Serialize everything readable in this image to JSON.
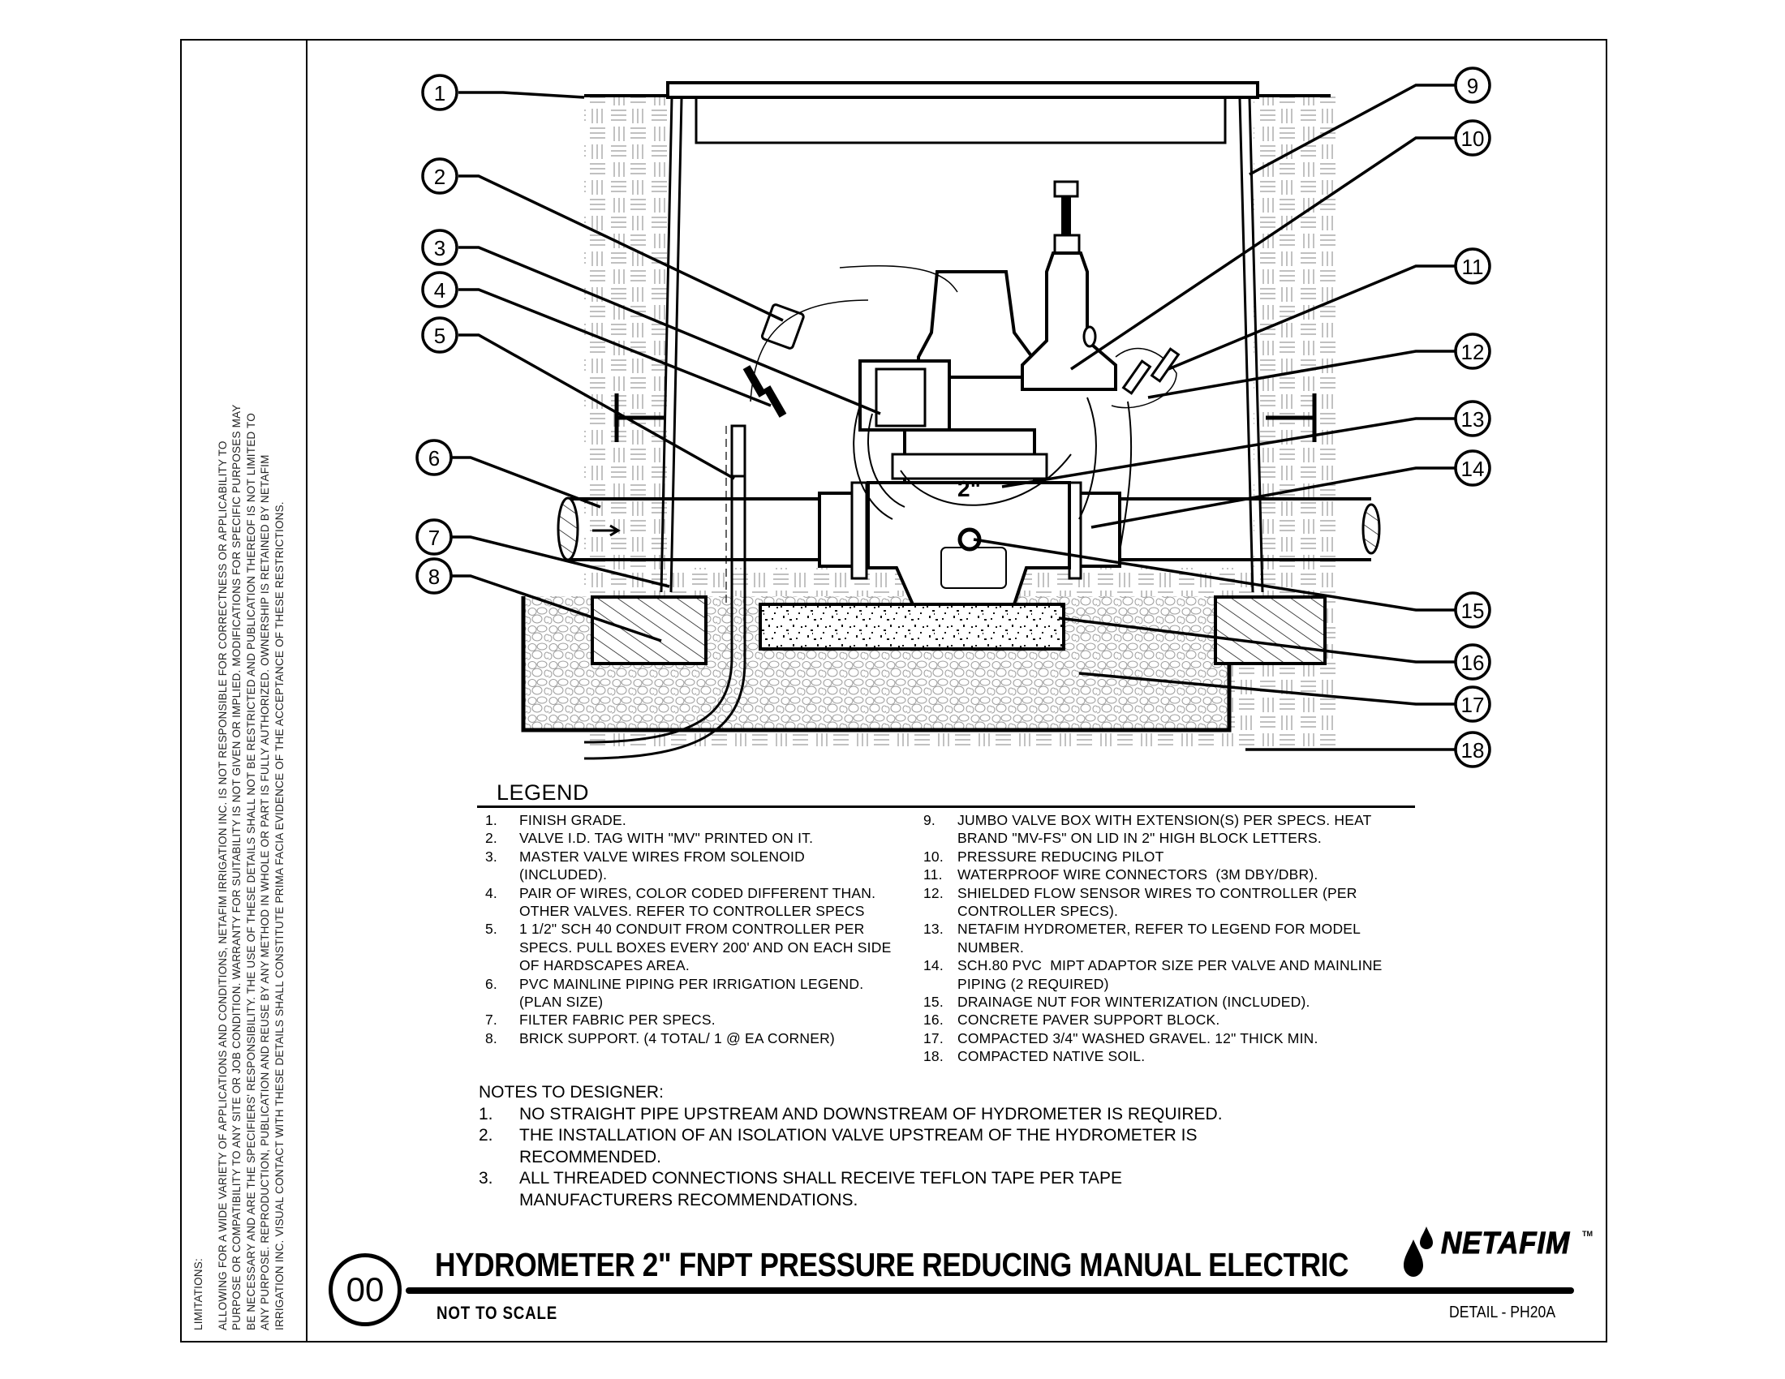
{
  "limitations": {
    "title": "LIMITATIONS:",
    "lines": [
      "ALLOWING FOR A WIDE VARIETY OF APPLICATIONS AND CONDITIONS, NETAFIM IRRIGATION INC. IS NOT RESPONSIBLE FOR CORRECTNESS OR APPLICABILITY TO",
      "PURPOSE OR COMPATIBILITY TO ANY SITE OR JOB CONDITION. WARRANTY FOR SUITABILITY IS NOT GIVEN OR IMPLIED. MODIFICATIONS FOR SPECIFIC PURPOSES MAY",
      "BE NECESSARY AND ARE THE SPECIFIERS' RESPONSIBILITY. THE USE OF THESE DETAILS SHALL NOT BE RESTRICTED AND PUBLICATION THEREOF IS NOT LIMITED TO",
      "ANY PURPOSE. REPRODUCTION, PUBLICATION AND REUSE BY ANY METHOD IN WHOLE OR PART IS FULLY AUTHORIZED. OWNERSHIP IS RETAINED BY NETAFIM",
      "IRRIGATION INC. VISUAL CONTACT WITH THESE DETAILS SHALL CONSTITUTE PRIMA FACIA EVIDENCE OF THE ACCEPTANCE OF THESE RESTRICTIONS."
    ]
  },
  "drawing": {
    "callouts": [
      "1",
      "2",
      "3",
      "4",
      "5",
      "6",
      "7",
      "8",
      "9",
      "10",
      "11",
      "12",
      "13",
      "14",
      "15",
      "16",
      "17",
      "18"
    ],
    "size_marking": "2\"",
    "flow_arrow": "flow-direction-arrow"
  },
  "legend": {
    "title": "LEGEND",
    "left": [
      {
        "n": "1.",
        "t": "FINISH GRADE."
      },
      {
        "n": "2.",
        "t": "VALVE I.D. TAG WITH \"MV\" PRINTED ON IT."
      },
      {
        "n": "3.",
        "t": "MASTER VALVE WIRES FROM SOLENOID (INCLUDED)."
      },
      {
        "n": "4.",
        "t": "PAIR OF WIRES, COLOR CODED DIFFERENT THAN. OTHER VALVES. REFER TO CONTROLLER SPECS"
      },
      {
        "n": "5.",
        "t": "1 1/2\" SCH 40 CONDUIT FROM CONTROLLER PER SPECS. PULL BOXES EVERY 200' AND ON EACH SIDE OF HARDSCAPES AREA."
      },
      {
        "n": "6.",
        "t": "PVC MAINLINE PIPING PER IRRIGATION LEGEND. (PLAN SIZE)"
      },
      {
        "n": "7.",
        "t": "FILTER FABRIC PER SPECS."
      },
      {
        "n": "8.",
        "t": "BRICK SUPPORT. (4 TOTAL/ 1 @ EA CORNER)"
      }
    ],
    "right": [
      {
        "n": "9.",
        "t": "JUMBO VALVE BOX WITH EXTENSION(S) PER SPECS. HEAT BRAND \"MV-FS\" ON LID IN 2\" HIGH BLOCK LETTERS."
      },
      {
        "n": "10.",
        "t": "PRESSURE REDUCING PILOT"
      },
      {
        "n": "11.",
        "t": "WATERPROOF WIRE CONNECTORS  (3M DBY/DBR)."
      },
      {
        "n": "12.",
        "t": "SHIELDED FLOW SENSOR WIRES TO CONTROLLER (PER CONTROLLER SPECS)."
      },
      {
        "n": "13.",
        "t": "NETAFIM HYDROMETER, REFER TO LEGEND FOR MODEL NUMBER."
      },
      {
        "n": "14.",
        "t": "SCH.80 PVC  MIPT ADAPTOR SIZE PER VALVE AND MAINLINE PIPING (2 REQUIRED)"
      },
      {
        "n": "15.",
        "t": "DRAINAGE NUT FOR WINTERIZATION (INCLUDED)."
      },
      {
        "n": "16.",
        "t": "CONCRETE PAVER SUPPORT BLOCK."
      },
      {
        "n": "17.",
        "t": "COMPACTED 3/4\" WASHED GRAVEL. 12\" THICK MIN."
      },
      {
        "n": "18.",
        "t": "COMPACTED NATIVE SOIL."
      }
    ]
  },
  "notes": {
    "title": "NOTES TO DESIGNER:",
    "items": [
      {
        "n": "1.",
        "t": "NO STRAIGHT PIPE UPSTREAM AND DOWNSTREAM OF HYDROMETER IS REQUIRED."
      },
      {
        "n": "2.",
        "t": "THE INSTALLATION OF AN ISOLATION VALVE UPSTREAM OF THE HYDROMETER IS RECOMMENDED."
      },
      {
        "n": "3.",
        "t": "ALL THREADED CONNECTIONS SHALL RECEIVE TEFLON TAPE PER TAPE MANUFACTURERS RECOMMENDATIONS."
      }
    ]
  },
  "titleblock": {
    "detail_number": "00",
    "title": "HYDROMETER 2\" FNPT PRESSURE REDUCING MANUAL ELECTRIC",
    "scale": "NOT TO SCALE",
    "detail_ref": "DETAIL - PH20A",
    "brand": "NETAFIM",
    "trademark": "TM",
    "brand_icon": "water-drops-icon"
  }
}
